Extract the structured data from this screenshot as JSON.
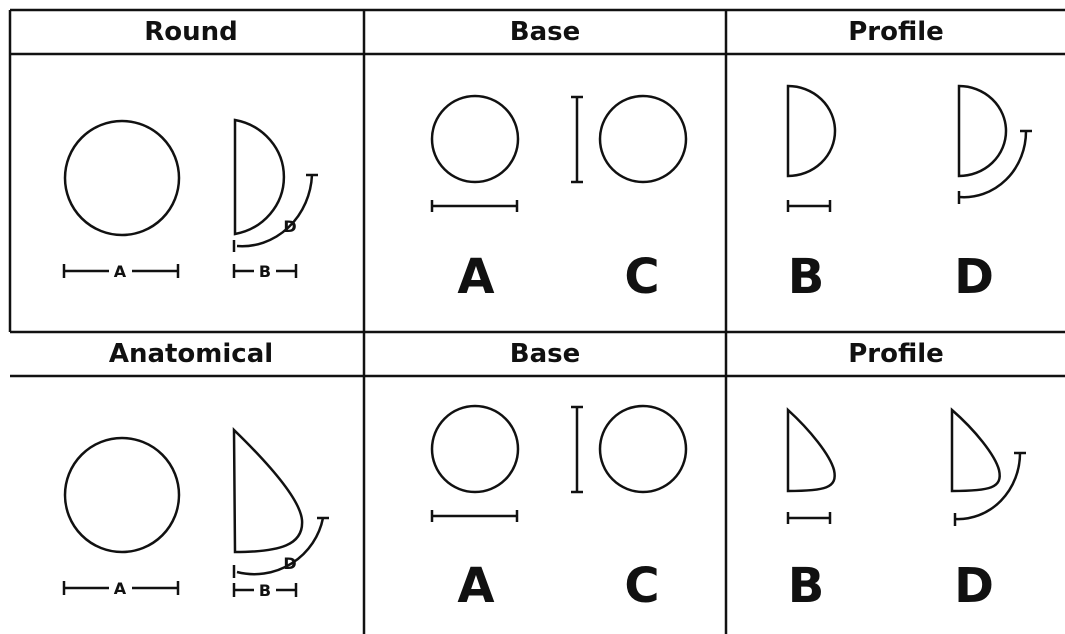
{
  "top": {
    "headers": [
      "Round",
      "Base",
      "Profile"
    ],
    "base_letters": [
      "A",
      "C"
    ],
    "profile_letters": [
      "B",
      "D"
    ],
    "dim_labels": {
      "width": "A",
      "projection": "B",
      "arc": "D"
    }
  },
  "bottom": {
    "headers": [
      "Anatomical",
      "Base",
      "Profile"
    ],
    "base_letters": [
      "A",
      "C"
    ],
    "profile_letters": [
      "B",
      "D"
    ],
    "dim_labels": {
      "width": "A",
      "projection": "B",
      "arc": "D"
    }
  }
}
